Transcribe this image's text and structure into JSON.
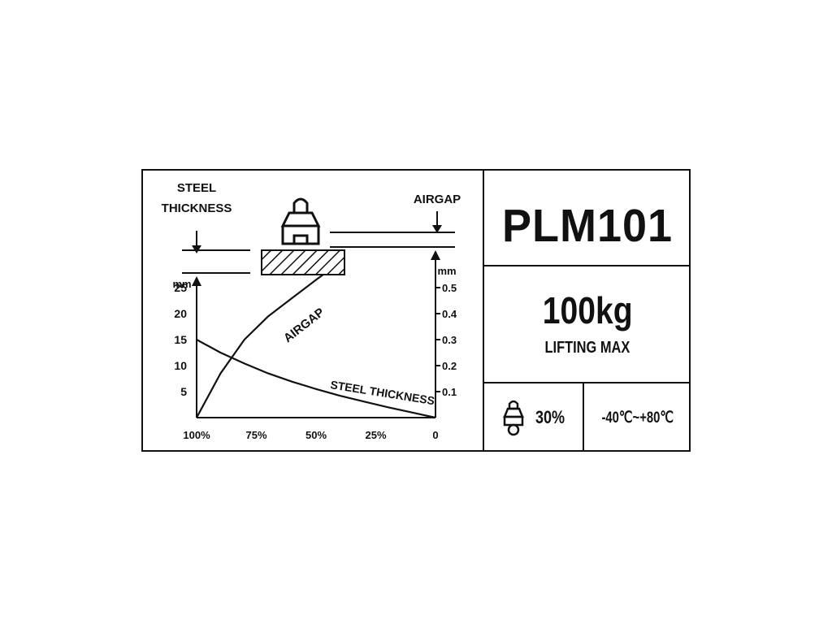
{
  "model": "PLM101",
  "capacity": {
    "value": "100kg",
    "label": "LIFTING MAX"
  },
  "duty": {
    "value": "30%",
    "icon": "lift-magnet-icon"
  },
  "temperature_range": "-40℃~+80℃",
  "diagram": {
    "steel_label_line1": "STEEL",
    "steel_label_line2": "THICKNESS",
    "airgap_label": "AIRGAP",
    "magnet_icon": "magnet-icon",
    "steel_plate_icon": "steel-plate-icon"
  },
  "chart_data": {
    "type": "line",
    "x": {
      "ticks": [
        "100%",
        "75%",
        "50%",
        "25%",
        "0"
      ],
      "values": [
        100,
        75,
        50,
        25,
        0
      ],
      "reversed": true
    },
    "y_left": {
      "unit": "mm",
      "ticks": [
        "5",
        "10",
        "15",
        "20",
        "25"
      ],
      "values": [
        5,
        10,
        15,
        20,
        25
      ]
    },
    "y_right": {
      "unit": "mm",
      "ticks": [
        "0.1",
        "0.2",
        "0.3",
        "0.4",
        "0.5"
      ],
      "values": [
        0.1,
        0.2,
        0.3,
        0.4,
        0.5
      ]
    },
    "series": [
      {
        "name": "STEEL THICKNESS",
        "axis": "left",
        "x": [
          100,
          90,
          80,
          70,
          60,
          50,
          40,
          30,
          20,
          10,
          0
        ],
        "y": [
          15,
          12.5,
          10.4,
          8.5,
          6.9,
          5.5,
          4.2,
          3.1,
          2.0,
          1.0,
          0
        ]
      },
      {
        "name": "AIRGAP",
        "axis": "right",
        "x": [
          100,
          90,
          80,
          70,
          60,
          50,
          47
        ],
        "y": [
          0.0,
          0.17,
          0.3,
          0.39,
          0.46,
          0.53,
          0.55
        ]
      }
    ]
  }
}
